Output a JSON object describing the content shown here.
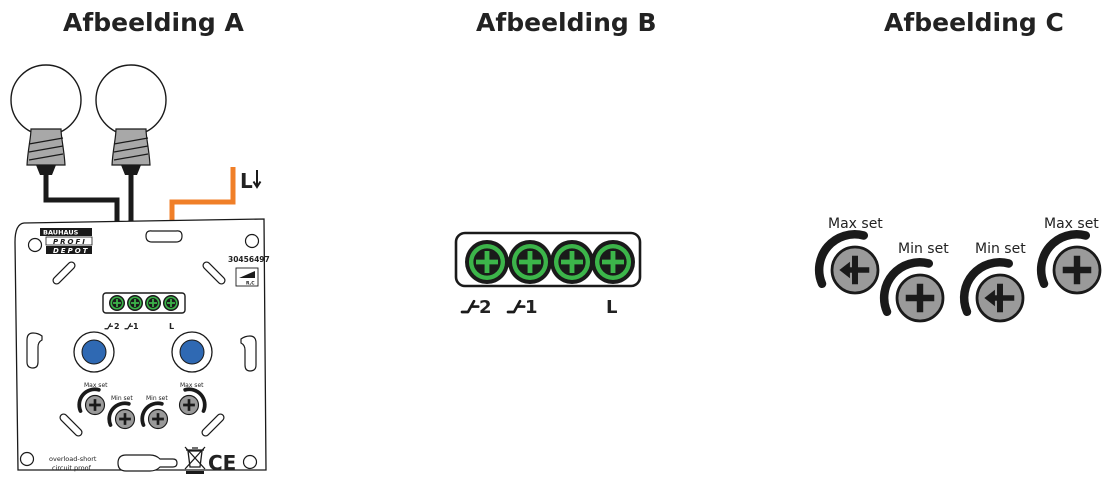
{
  "titles": {
    "a": "Afbeelding A",
    "b": "Afbeelding B",
    "c": "Afbeelding C"
  },
  "figure_a": {
    "brand_line1": "BAUHAUS",
    "brand_line2": "PROFI",
    "brand_line3": "DEPOT",
    "article_number": "30456497",
    "rc_mark": "R,C",
    "line_label": "L",
    "terminal_labels": [
      "2",
      "1",
      "L"
    ],
    "max_set_left": "Max set",
    "min_set_left": "Min set",
    "min_set_right": "Min set",
    "max_set_right": "Max set",
    "footer_line1": "overload-short",
    "footer_line2": "circuit proof",
    "ce_mark": "CE"
  },
  "figure_b": {
    "terminal_labels": [
      "2",
      "1",
      "L"
    ]
  },
  "figure_c": {
    "max_set_left": "Max set",
    "min_set_left": "Min set",
    "min_set_right": "Min set",
    "max_set_right": "Max set"
  },
  "colors": {
    "terminal_green": "#3cb54a",
    "wire_orange": "#f07f28",
    "wire_black": "#1a1a1a",
    "knob_blue": "#2f69b3",
    "screw_gray": "#9a9a9a"
  }
}
